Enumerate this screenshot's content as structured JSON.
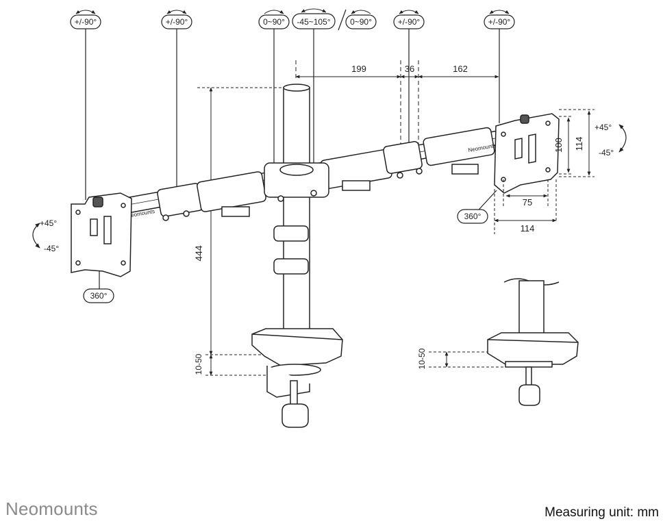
{
  "rotation_labels": {
    "left_plate_tilt": "+/-90°",
    "left_arm_joint": "+/-90°",
    "center_left_swivel": "0~90°",
    "center_arm_tilt": "-45~105°",
    "center_right_swivel": "0~90°",
    "right_arm_joint": "+/-90°",
    "right_plate_tilt": "+/-90°",
    "left_rotation": "360°",
    "right_rotation": "360°",
    "left_tilt_up": "+45°",
    "left_tilt_down": "-45°",
    "right_tilt_up": "+45°",
    "right_tilt_down": "-45°"
  },
  "dimensions": {
    "arm_segment_1": "199",
    "arm_segment_2": "36",
    "arm_segment_3": "162",
    "pole_height": "444",
    "clamp_range_main": "10-50",
    "clamp_range_detail": "10-50",
    "vesa_h_small": "75",
    "vesa_h_large": "114",
    "vesa_v_small": "100",
    "vesa_v_large": "114"
  },
  "brand_logo": "Neomounts",
  "arm_brand_text": "Neomounts",
  "measuring_unit": "Measuring unit: mm"
}
